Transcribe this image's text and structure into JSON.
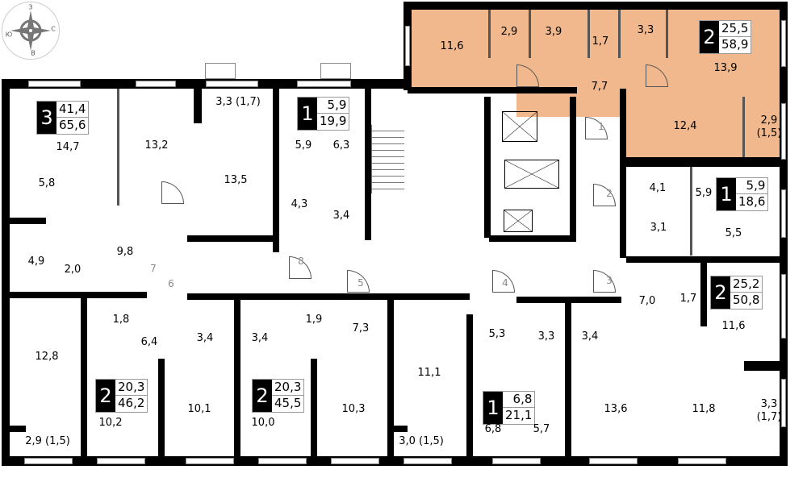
{
  "compass": {
    "north": "С",
    "south": "Ю",
    "west": "З",
    "east": "В"
  },
  "colors": {
    "highlight": "#f0b88c",
    "wall": "#000000"
  },
  "apartments": [
    {
      "rooms": "3",
      "living": "41,4",
      "total": "65,6"
    },
    {
      "rooms": "1",
      "living": "5,9",
      "total": "19,9"
    },
    {
      "rooms": "2",
      "living": "25,5",
      "total": "58,9"
    },
    {
      "rooms": "1",
      "living": "5,9",
      "total": "18,6"
    },
    {
      "rooms": "2",
      "living": "25,2",
      "total": "50,8"
    },
    {
      "rooms": "2",
      "living": "20,3",
      "total": "46,2"
    },
    {
      "rooms": "2",
      "living": "20,3",
      "total": "45,5"
    },
    {
      "rooms": "1",
      "living": "6,8",
      "total": "21,1"
    }
  ],
  "room_areas": [
    "11,6",
    "2,9",
    "3,9",
    "1,7",
    "3,3",
    "13,9",
    "7,7",
    "12,4",
    "2,9\n(1,5)",
    "14,7",
    "13,2",
    "3,3 (1,7)",
    "13,5",
    "5,9",
    "6,3",
    "4,3",
    "3,4",
    "5,8",
    "4,9",
    "2,0",
    "9,8",
    "4,1",
    "5,9",
    "3,1",
    "5,5",
    "7,0",
    "1,7",
    "11,6",
    "3,3\n(1,7)",
    "12,8",
    "1,8",
    "6,4",
    "3,4",
    "3,4",
    "1,9",
    "7,3",
    "11,1",
    "5,3",
    "3,3",
    "3,4",
    "13,6",
    "11,8",
    "10,2",
    "10,1",
    "10,0",
    "10,3",
    "2,9 (1,5)",
    "3,0 (1,5)",
    "6,8",
    "5,7"
  ],
  "entrances": [
    "1",
    "2",
    "3",
    "4",
    "5",
    "6",
    "7",
    "8"
  ]
}
